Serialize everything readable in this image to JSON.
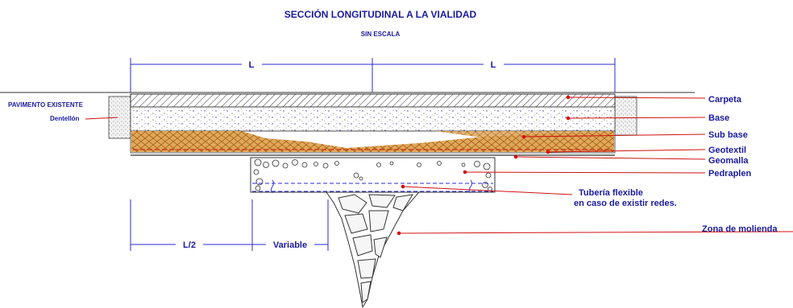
{
  "title": "SECCIÓN LONGITUDINAL A LA VIALIDAD",
  "subtitle": "SIN ESCALA",
  "dimensions": {
    "L_left": "L",
    "L_right": "L",
    "half": "L/2",
    "variable": "Variable"
  },
  "left_labels": {
    "existing": "PAVIMENTO EXISTENTE",
    "curb": "Dentellón"
  },
  "right_labels": {
    "carpeta": "Carpeta",
    "base": "Base",
    "sub_base": "Sub base",
    "geotextil": "Geotextil",
    "geomalla": "Geomalla",
    "pedraplen": "Pedraplen",
    "tuberia_1": "Tubería flexible",
    "tuberia_2": "en caso de existir redes.",
    "zona": "Zona de molienda"
  },
  "colors": {
    "text": "#1a1aa0",
    "dim_line": "#2b2bd6",
    "leader": "#d01010",
    "subbase_fill": "#d89a4a"
  }
}
